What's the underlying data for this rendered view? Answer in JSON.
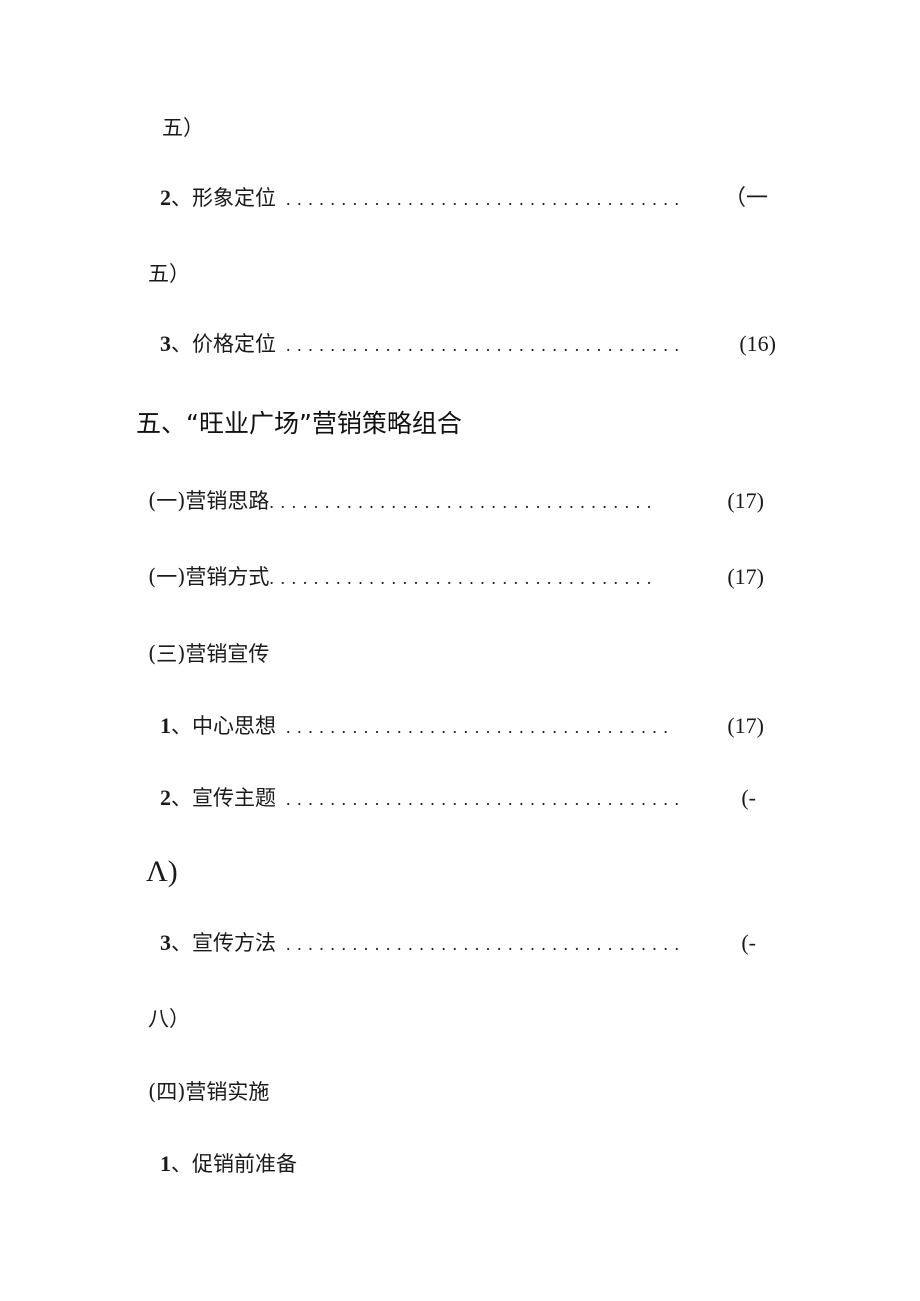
{
  "document": {
    "lines": [
      {
        "text": "五）"
      },
      {
        "num": "2",
        "sep": "、",
        "label": "形象定位",
        "leader": "....................................",
        "page": "（一"
      },
      {
        "text": "五）"
      },
      {
        "num": "3",
        "sep": "、",
        "label": "价格定位",
        "leader": "....................................",
        "page": "(16)"
      },
      {
        "heading": "五、“旺业广场”营销策略组合"
      },
      {
        "prefix": "(一)",
        "label": "营销思路",
        "leader": "...................................",
        "page": "(17)"
      },
      {
        "prefix": "(一)",
        "label": "营销方式",
        "leader": "...................................",
        "page": "(17)"
      },
      {
        "prefix": "(三)",
        "label": "营销宣传"
      },
      {
        "num": "1",
        "sep": "、",
        "label": "中心思想",
        "leader": "...................................",
        "page": "(17)"
      },
      {
        "num": "2",
        "sep": "、",
        "label": "宣传主题",
        "leader": "....................................",
        "page": "(-"
      },
      {
        "text": "Λ)"
      },
      {
        "num": "3",
        "sep": "、",
        "label": "宣传方法",
        "leader": "....................................",
        "page": "(-"
      },
      {
        "text": "八）"
      },
      {
        "prefix": "(四)",
        "label": "营销实施"
      },
      {
        "num": "1",
        "sep": "、",
        "label": "促销前准备"
      }
    ]
  }
}
